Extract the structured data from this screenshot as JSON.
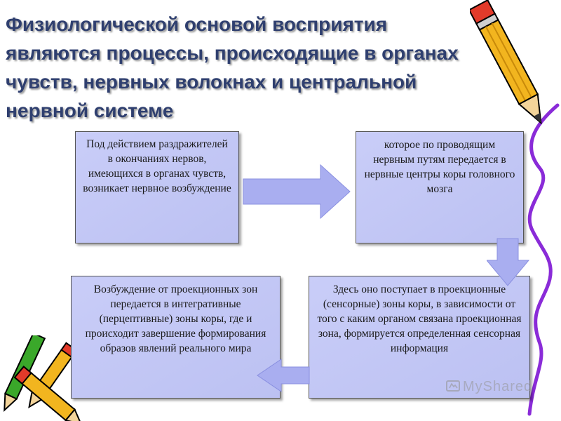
{
  "title": "Физиологической основой восприятия являются процессы, происходящие в органах чувств, нервных волокнах и центральной нервной системе",
  "boxes": {
    "box1": "Под действием раздражителей в окончаниях нервов, имеющихся в органах чувств, возникает нервное возбуждение",
    "box2": "которое по проводящим нервным путям передается в нервные центры коры головного мозга",
    "box3": "Здесь оно поступает в проекционные (сенсорные) зоны коры, в зависимости от того с каким органом связана проекционная зона, формируется определенная сенсорная информация",
    "box4": "Возбуждение от проекционных зон передается в интегративные (перцептивные) зоны коры, где и происходит завершение формирования образов явлений реального мира"
  },
  "colors": {
    "title": "#2f3f6f",
    "box_fill": "#c3c7f6",
    "arrow_fill": "#a9aef0"
  },
  "watermark": "MyShared",
  "icons": [
    "pencil-top-right",
    "pencils-bottom-left",
    "purple-swirl-line"
  ]
}
